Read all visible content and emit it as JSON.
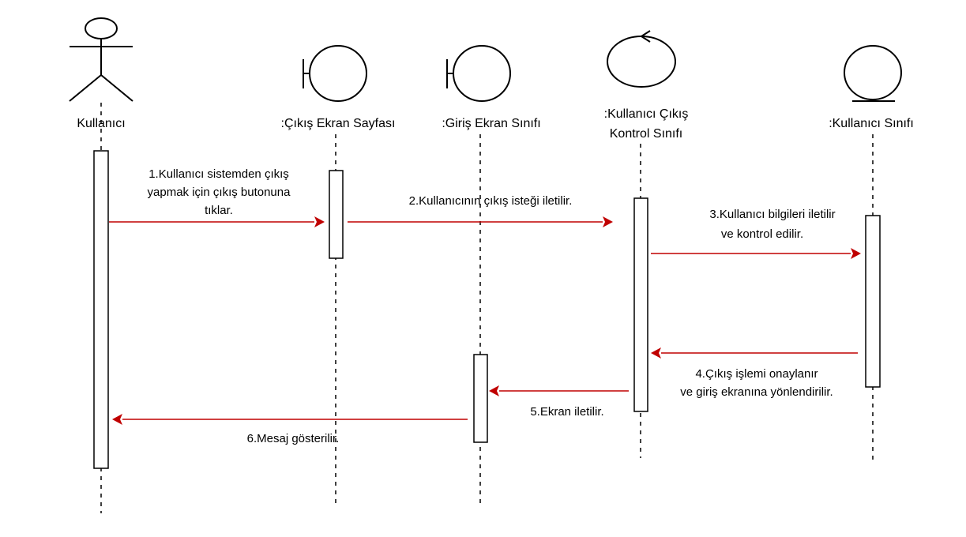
{
  "participants": [
    {
      "id": "user",
      "kind": "actor",
      "label": "Kullanıcı"
    },
    {
      "id": "exit_screen",
      "kind": "boundary",
      "label": ":Çıkış Ekran Sayfası"
    },
    {
      "id": "login_screen",
      "kind": "boundary",
      "label": ":Giriş Ekran Sınıfı"
    },
    {
      "id": "control",
      "kind": "control",
      "label_lines": [
        ":Kullanıcı Çıkış",
        "Kontrol Sınıfı"
      ]
    },
    {
      "id": "entity",
      "kind": "entity",
      "label": ":Kullanıcı Sınıfı"
    }
  ],
  "messages": [
    {
      "from": "user",
      "to": "exit_screen",
      "lines": [
        "1.Kullanıcı sistemden çıkış",
        "yapmak için çıkış butonuna",
        "tıklar."
      ]
    },
    {
      "from": "exit_screen",
      "to": "control",
      "lines": [
        "2.Kullanıcının çıkış isteği iletilir."
      ]
    },
    {
      "from": "control",
      "to": "entity",
      "lines": [
        "3.Kullanıcı bilgileri iletilir",
        "ve kontrol edilir."
      ]
    },
    {
      "from": "entity",
      "to": "control",
      "lines": [
        "4.Çıkış işlemi onaylanır",
        "ve giriş ekranına yönlendirilir."
      ]
    },
    {
      "from": "control",
      "to": "login_screen",
      "lines": [
        "5.Ekran iletilir."
      ]
    },
    {
      "from": "login_screen",
      "to": "user",
      "lines": [
        "6.Mesaj gösterilir."
      ]
    }
  ],
  "colors": {
    "message_arrow": "#c00000",
    "line": "#000000",
    "background": "#ffffff"
  }
}
